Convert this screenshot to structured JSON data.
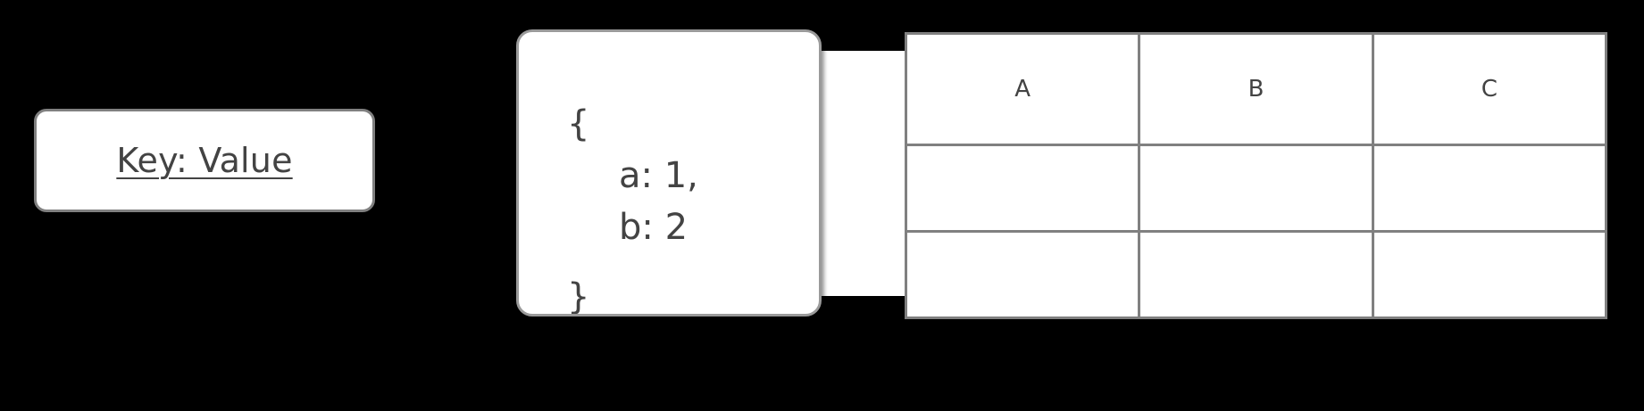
{
  "canvas": {
    "background_color": "#000000",
    "surface_color": "#ffffff",
    "border_color": "#808080",
    "text_color": "#434343"
  },
  "key_value_card": {
    "name": "key-value-chip",
    "text": "Key: Value",
    "key": "Key",
    "value": "Value",
    "underlined": true
  },
  "json_card": {
    "name": "json-object-card",
    "lines": [
      "{",
      "a: 1,",
      "b: 2",
      "}"
    ],
    "pairs": [
      {
        "key": "a",
        "value": "1"
      },
      {
        "key": "b",
        "value": "2"
      }
    ],
    "open_brace": "{",
    "close_brace": "}"
  },
  "table": {
    "name": "three-column-table",
    "columns": [
      "A",
      "B",
      "C"
    ],
    "rows": [
      [
        "",
        "",
        ""
      ],
      [
        "",
        "",
        ""
      ]
    ]
  }
}
